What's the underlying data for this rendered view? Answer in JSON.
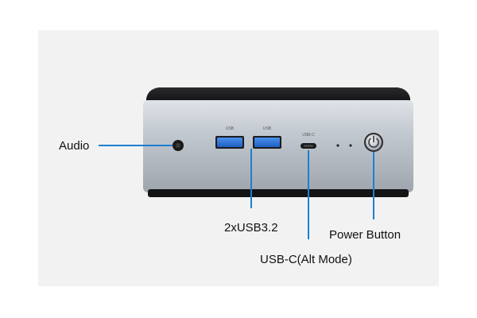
{
  "labels": {
    "audio": "Audio",
    "usb": "2xUSB3.2",
    "usbc": "USB-C(Alt Mode)",
    "power": "Power Button"
  },
  "port_markings": {
    "usb_left": "USB",
    "usb_right": "USB",
    "usbc": "USB-C"
  },
  "colors": {
    "callout": "#1d7fd0",
    "usb_port": "#2b6fd6",
    "chassis": "#b9bfc6",
    "top_cover": "#1b1b1d",
    "background": "#f2f2f2"
  },
  "icons": [
    "audio-jack-icon",
    "power-icon"
  ]
}
